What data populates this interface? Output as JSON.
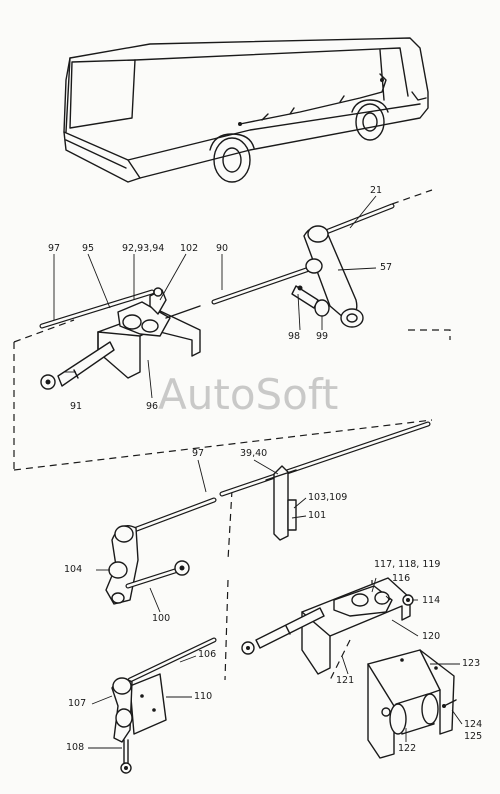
{
  "watermark": "AutoSoft",
  "callouts": {
    "c21": "21",
    "c57": "57",
    "c90": "90",
    "c91": "91",
    "c95": "95",
    "c96": "96",
    "c97a": "97",
    "c92": "92,93,94",
    "c102": "102",
    "c98": "98",
    "c99": "99",
    "c97b": "97",
    "c3940": "39,40",
    "c103": "103,109",
    "c101": "101",
    "c104": "104",
    "c100": "100",
    "c117": "117, 118, 119",
    "c116": "116",
    "c114": "114",
    "c120": "120",
    "c106": "106",
    "c107": "107",
    "c110": "110",
    "c121": "121",
    "c123": "123",
    "c124": "124",
    "c125": "125",
    "c108": "108",
    "c122": "122"
  }
}
